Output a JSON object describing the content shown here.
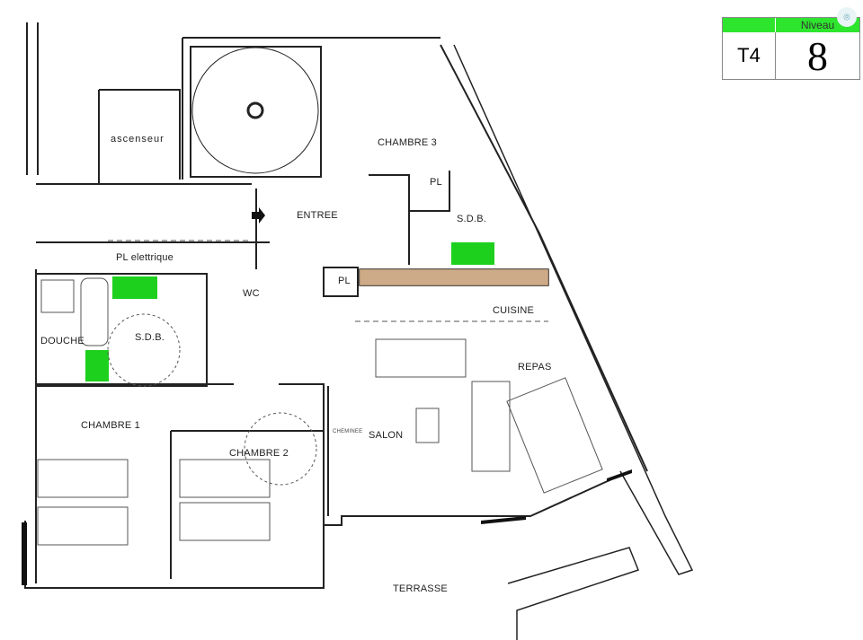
{
  "badge": {
    "type": "T4",
    "level_label": "Niveau",
    "level": "8",
    "accent": "#2ee52e"
  },
  "rooms": {
    "ascenseur": "ascenseur",
    "chambre3": "CHAMBRE 3",
    "entree": "ENTREE",
    "pl_top": "PL",
    "sdb_top": "S.D.B.",
    "pl_elec": "PL elettrique",
    "pl_left": "PL",
    "wc": "WC",
    "cuisine": "CUISINE",
    "douche": "DOUCHE",
    "sdb_left": "S.D.B.",
    "repas": "REPAS",
    "chambre1": "CHAMBRE 1",
    "salon": "SALON",
    "cheminee": "CHEMINEE",
    "chambre2": "CHAMBRE 2",
    "terrasse": "TERRASSE"
  },
  "icons": {
    "scan": "scan-icon",
    "entry_arrow": "arrow-right-icon"
  }
}
